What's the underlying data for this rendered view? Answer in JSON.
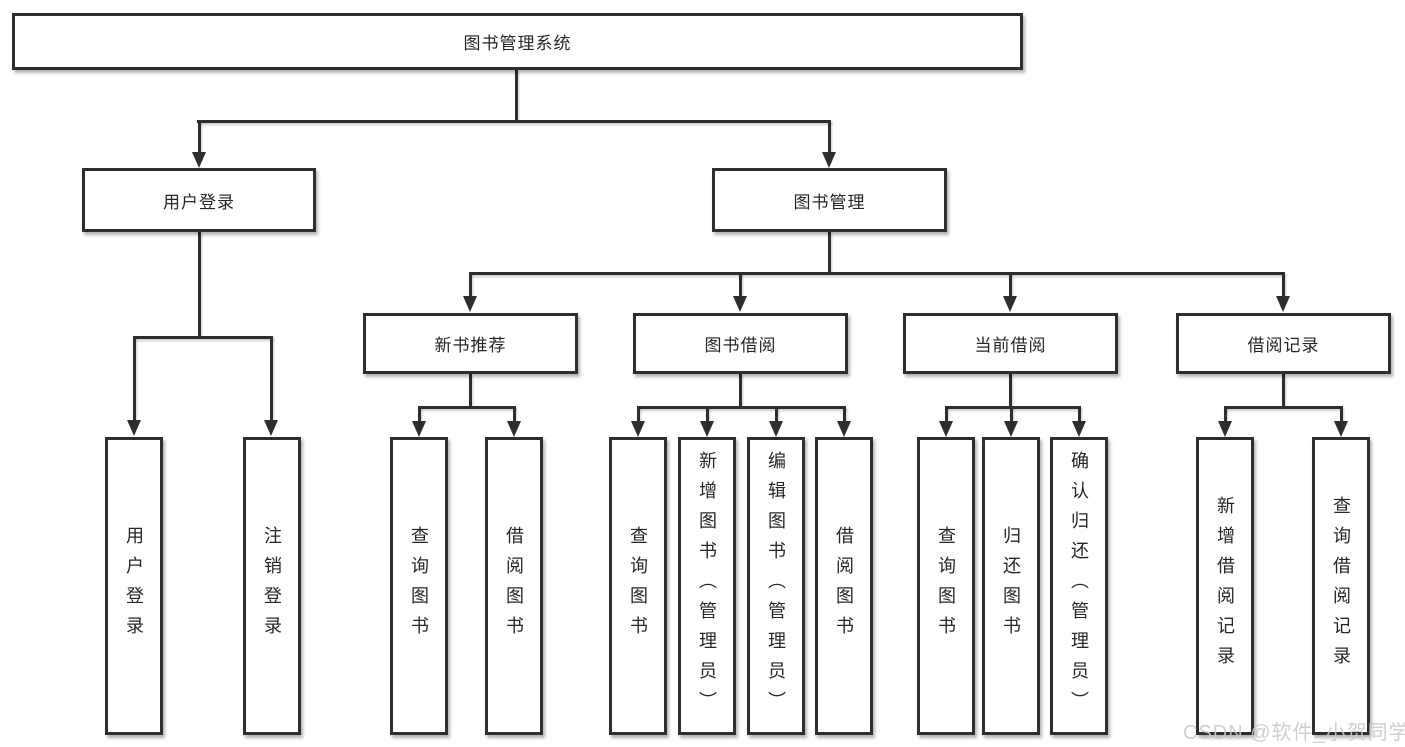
{
  "tree": {
    "root": {
      "label": "图书管理系统"
    },
    "user_login": {
      "label": "用户登录",
      "children": [
        "用户登录",
        "注销登录"
      ]
    },
    "book_mgmt": {
      "label": "图书管理",
      "modules": [
        {
          "label": "新书推荐",
          "children": [
            "查询图书",
            "借阅图书"
          ]
        },
        {
          "label": "图书借阅",
          "children": [
            "查询图书",
            "新增图书（管理员）",
            "编辑图书（管理员）",
            "借阅图书"
          ]
        },
        {
          "label": "当前借阅",
          "children": [
            "查询图书",
            "归还图书",
            "确认归还（管理员）"
          ]
        },
        {
          "label": "借阅记录",
          "children": [
            "新增借阅记录",
            "查询借阅记录"
          ]
        }
      ]
    }
  },
  "watermark": {
    "text": "CSDN @软件_小贺同学",
    "color": "#c9c9c9"
  },
  "colors": {
    "line": "#2e2e2e",
    "text": "#262626",
    "background": "#ffffff",
    "box_fill": "#ffffff"
  }
}
